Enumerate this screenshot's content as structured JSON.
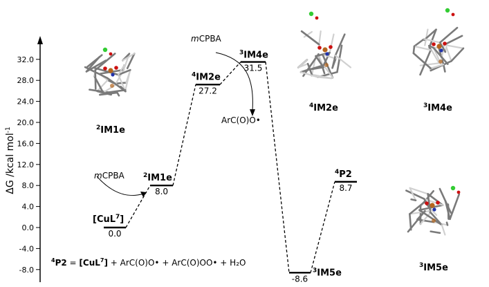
{
  "axis": {
    "ylabel": "ΔG /kcal mol",
    "ylabel_sup": "-1",
    "range": [
      -10,
      35
    ],
    "ticks": [
      "32.0",
      "28.0",
      "24.0",
      "20.0",
      "16.0",
      "12.0",
      "8.0",
      "4.0",
      "0.0",
      "-4.0",
      "-8.0"
    ],
    "tick_values": [
      32,
      28,
      24,
      20,
      16,
      12,
      8,
      4,
      0,
      -4,
      -8
    ]
  },
  "levels": [
    {
      "id": "cul7",
      "name": "CuL",
      "sup_pre": "",
      "sup_post": "7",
      "brackets": true,
      "value": 0.0,
      "value_label": "0.0"
    },
    {
      "id": "im1e",
      "name": "IM1e",
      "sup_pre": "2",
      "value": 8.0,
      "value_label": "8.0"
    },
    {
      "id": "im2e",
      "name": "IM2e",
      "sup_pre": "4",
      "value": 27.2,
      "value_label": "27.2"
    },
    {
      "id": "im4e",
      "name": "IM4e",
      "sup_pre": "3",
      "value": 31.5,
      "value_label": "31.5"
    },
    {
      "id": "im5e",
      "name": "IM5e",
      "sup_pre": "3",
      "value": -8.6,
      "value_label": "-8.6"
    },
    {
      "id": "p2",
      "name": "P2",
      "sup_pre": "4",
      "value": 8.7,
      "value_label": "8.7"
    }
  ],
  "annotations": {
    "mcpba_1": {
      "italic": "m",
      "rest": "CPBA"
    },
    "mcpba_2": {
      "italic": "m",
      "rest": "CPBA"
    },
    "arcoo_radical": "ArC(O)O•"
  },
  "structures": [
    {
      "id": "mol-2im1e",
      "sup": "2",
      "name": "IM1e"
    },
    {
      "id": "mol-4im2e",
      "sup": "4",
      "name": "IM2e"
    },
    {
      "id": "mol-3im4e",
      "sup": "3",
      "name": "IM4e"
    },
    {
      "id": "mol-3im5e",
      "sup": "3",
      "name": "IM5e"
    }
  ],
  "equation": {
    "lhs_sup": "4",
    "lhs": "P2",
    "eq": " = ",
    "cul": "[CuL",
    "cul_sup": "7",
    "cul_close": "]",
    "rest": " + ArC(O)O• + ArC(O)OO•  + H₂O"
  },
  "colors": {
    "line": "#000000",
    "copper": "#b5651d",
    "oxygen": "#cc1111",
    "nitrogen": "#2233aa",
    "chlorine": "#33cc33",
    "carbon": "#7a7a7a",
    "hydrogen": "#d0d0d0"
  }
}
